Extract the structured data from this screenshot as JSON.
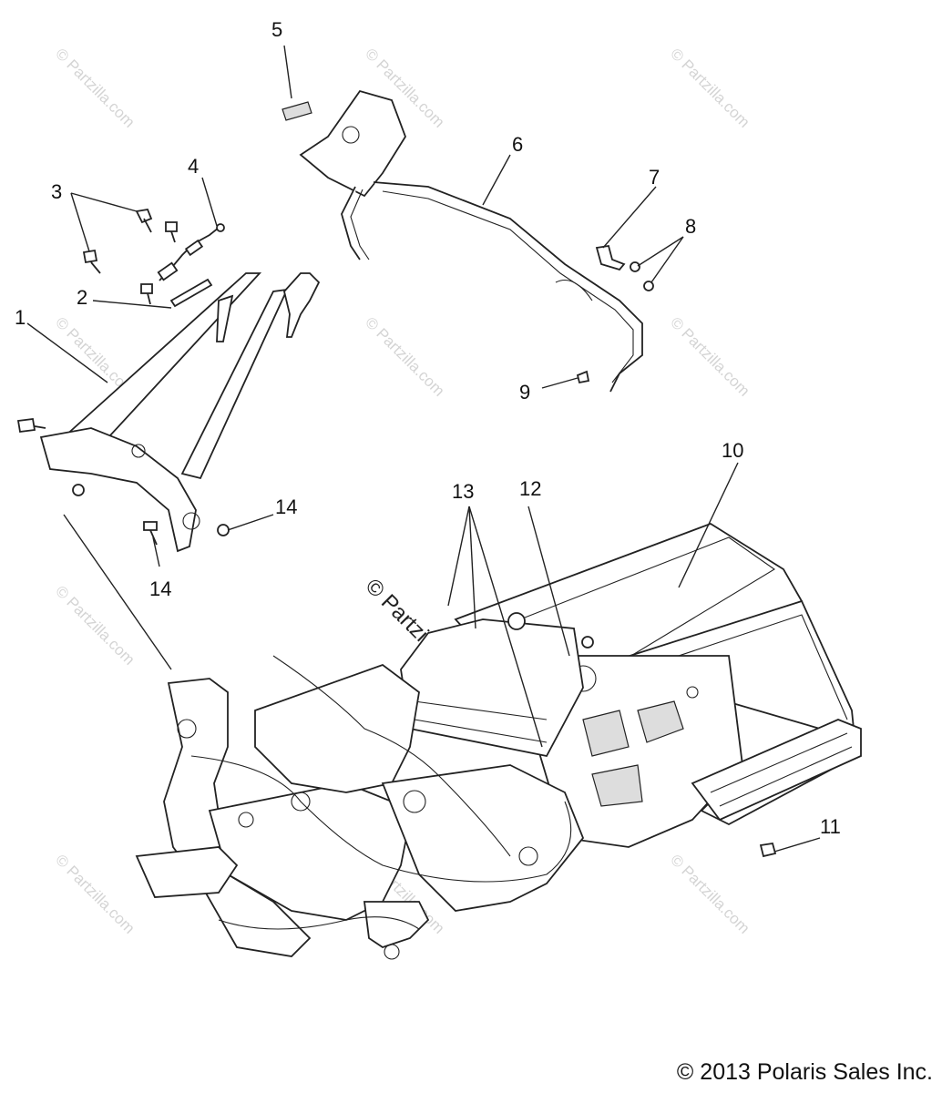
{
  "callouts": [
    "5",
    "4",
    "3",
    "6",
    "7",
    "8",
    "2",
    "1",
    "9",
    "10",
    "13",
    "12",
    "14",
    "14",
    "11"
  ],
  "watermark_text": "© Partzilla.com",
  "center_watermark_text": "© Partzilla.com",
  "copyright": "© 2013 Polaris Sales Inc."
}
